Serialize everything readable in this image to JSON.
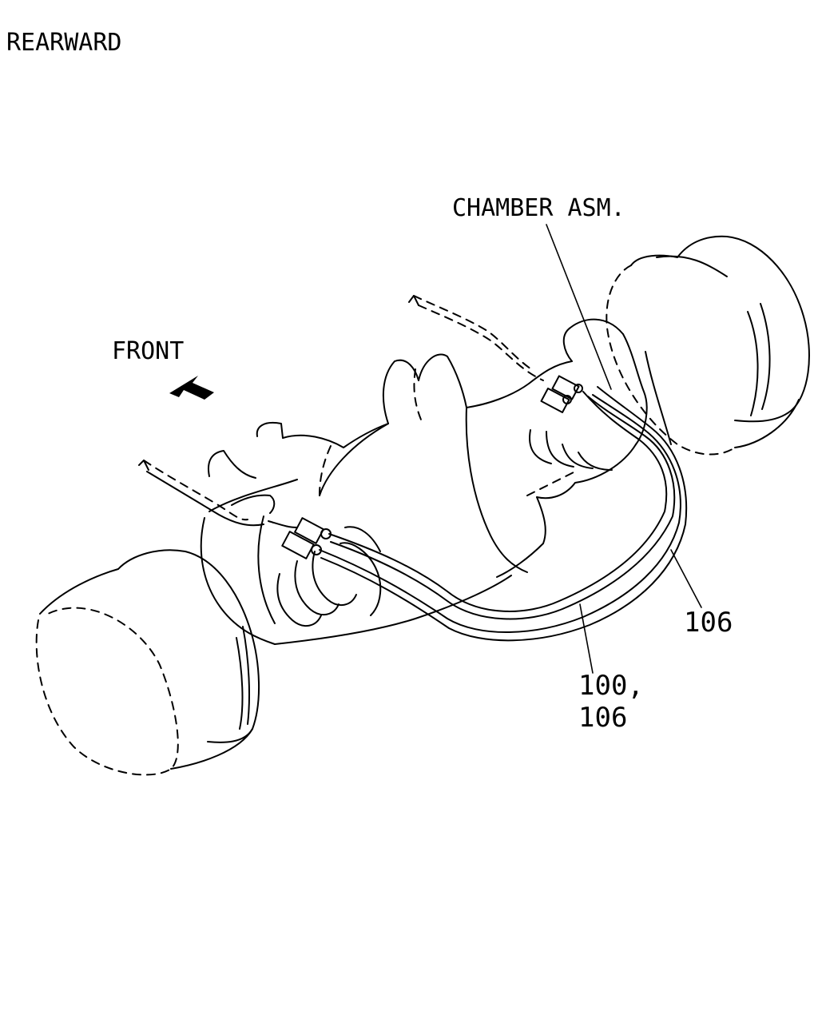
{
  "labels": {
    "view": "REARWARD",
    "direction": "FRONT",
    "chamber": "CHAMBER ASM.",
    "part_right": "106",
    "part_bottom_line1": "100,",
    "part_bottom_line2": "106"
  },
  "colors": {
    "ink": "#000000",
    "paper": "#ffffff"
  },
  "icons": {
    "direction_arrow": "arrow-up-left-icon"
  }
}
